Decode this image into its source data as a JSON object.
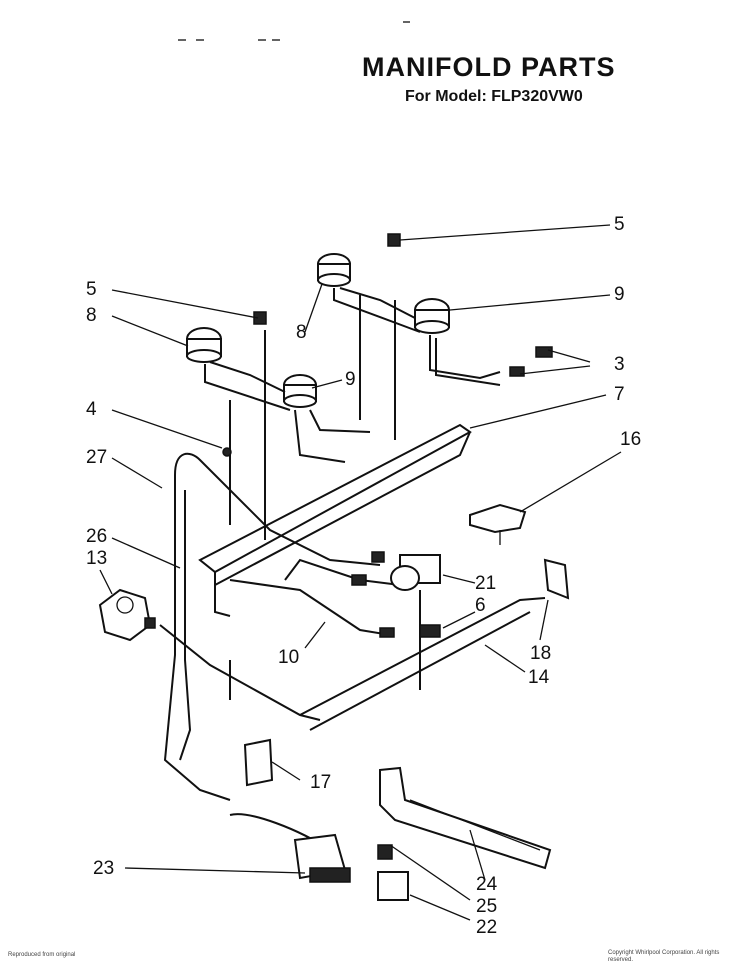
{
  "header": {
    "title": "MANIFOLD PARTS",
    "subtitle": "For Model: FLP320VW0"
  },
  "callouts": [
    "5",
    "5",
    "8",
    "8",
    "9",
    "9",
    "3",
    "4",
    "7",
    "27",
    "16",
    "26",
    "13",
    "21",
    "6",
    "10",
    "18",
    "14",
    "17",
    "23",
    "24",
    "25",
    "22"
  ],
  "footer": {
    "left": "Reproduced from original",
    "right": "Copyright Whirlpool Corporation. All rights reserved."
  }
}
